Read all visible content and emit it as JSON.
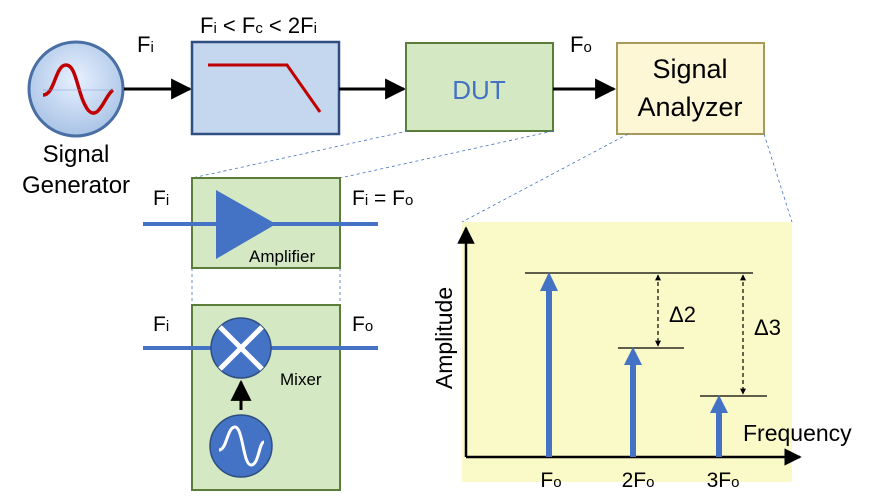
{
  "signal_generator": {
    "label_line1": "Signal",
    "label_line2": "Generator"
  },
  "input_freq": {
    "main": "F",
    "sub": "i"
  },
  "filter": {
    "cond_part1": "F",
    "cond_sub1": "i",
    "cond_part2": " < F",
    "cond_sub2": "c",
    "cond_part3": " < 2F",
    "cond_sub3": "i"
  },
  "dut": {
    "label": "DUT"
  },
  "output_freq": {
    "main": "F",
    "sub": "o"
  },
  "signal_analyzer": {
    "label_line1": "Signal",
    "label_line2": "Analyzer"
  },
  "amplifier": {
    "label": "Amplifier",
    "in_main": "F",
    "in_sub": "i",
    "out_part1": "F",
    "out_sub1": "i",
    "out_part2": " = F",
    "out_sub2": "o"
  },
  "mixer": {
    "label": "Mixer",
    "in_main": "F",
    "in_sub": "i",
    "out_main": "F",
    "out_sub": "o"
  },
  "spectrum": {
    "ylabel": "Amplitude",
    "xlabel": "Frequency",
    "delta2": "Δ2",
    "delta3": "Δ3",
    "tick1_main": "F",
    "tick1_sub": "o",
    "tick2_main": "2F",
    "tick2_sub": "o",
    "tick3_main": "3F",
    "tick3_sub": "o"
  },
  "colors": {
    "box_blue": "#c5d6ef",
    "box_green": "#d5e8c4",
    "box_cream": "#fdf7d6",
    "spectrum_bg": "#fafac8",
    "accent_blue": "#4472c4",
    "wave_red": "#c00000",
    "dut_text": "#4472c4"
  }
}
